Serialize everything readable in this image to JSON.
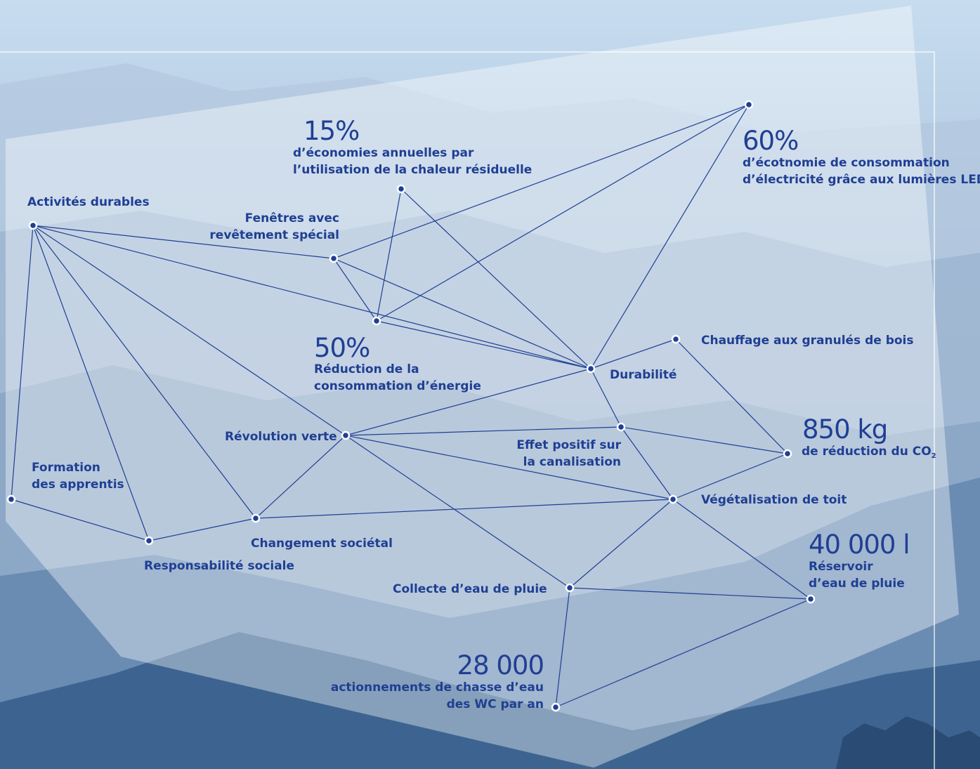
{
  "colors": {
    "line": "#1f3f93",
    "node_fill": "#1f3f93",
    "node_ring": "#ffffff",
    "text": "#1f3f93",
    "sky_top": "#c7dcef",
    "mountain": "#3d6490"
  },
  "nodes": {
    "activites": "Activités durables",
    "fenetres_1": "Fenêtres avec",
    "fenetres_2": "revêtement spécial",
    "stat15_value": "15%",
    "stat15_line1": "d’économies annuelles par",
    "stat15_line2": "l’utilisation de la chaleur résiduelle",
    "stat60_value": "60%",
    "stat60_line1": "d’écotnomie de consommation",
    "stat60_line2": "d’électricité grâce aux lumières LED",
    "stat50_value": "50%",
    "stat50_line1": "Réduction de la",
    "stat50_line2": "consommation d’énergie",
    "durabilite": "Durabilité",
    "chauffage": "Chauffage aux granulés de bois",
    "revolution": "Révolution verte",
    "effet_1": "Effet positif sur",
    "effet_2": "la canalisation",
    "stat850_value": "850 kg",
    "stat850_text": "de réduction du CO",
    "stat850_sub": "2",
    "formation_1": "Formation",
    "formation_2": "des apprentis",
    "vegetalisation": "Végétalisation de toit",
    "changement": "Changement sociétal",
    "responsabilite": "Responsabilité sociale",
    "stat40000_value": "40 000 l",
    "stat40000_line1": "Réservoir",
    "stat40000_line2": "d’eau de pluie",
    "collecte": "Collecte d’eau de pluie",
    "stat28000_value": "28 000",
    "stat28000_line1": "actionnements de chasse d’eau",
    "stat28000_line2": "des WC par an"
  }
}
